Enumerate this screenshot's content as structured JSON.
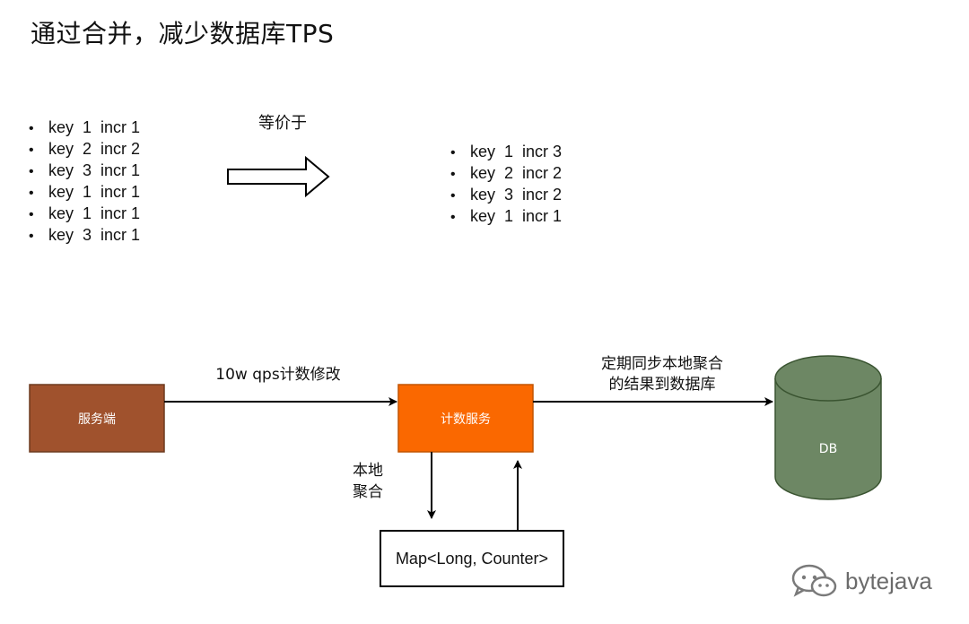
{
  "title": "通过合并，减少数据库TPS",
  "left_list": [
    "key  1  incr 1",
    "key  2  incr 2",
    "key  3  incr 1",
    "key  1  incr 1",
    "key  1  incr 1",
    "key  3  incr 1"
  ],
  "equiv_label": "等价于",
  "right_list": [
    "key  1  incr 3",
    "key  2  incr 2",
    "key  3  incr 2",
    "key  1  incr 1"
  ],
  "nodes": {
    "client": "服务端",
    "counter": "计数服务",
    "db": "DB",
    "map": "Map<Long, Counter>"
  },
  "edges": {
    "qps": "10w qps计数修改",
    "sync_line1": "定期同步本地聚合",
    "sync_line2": "的结果到数据库",
    "local_line1": "本地",
    "local_line2": "聚合"
  },
  "colors": {
    "client_fill": "#a0522d",
    "counter_fill": "#fa6800",
    "db_fill": "#6d8764"
  },
  "watermark": "bytejava"
}
